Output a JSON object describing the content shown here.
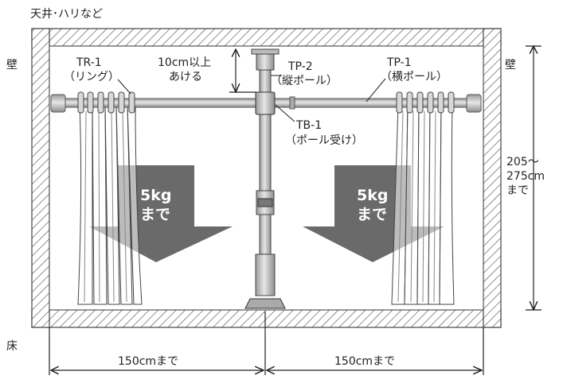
{
  "labels": {
    "ceiling": "天井･ハリなど",
    "wall_left": "壁",
    "wall_right": "壁",
    "floor": "床",
    "tr1_code": "TR-1",
    "tr1_desc": "（リング）",
    "clearance_1": "10cm以上",
    "clearance_2": "あける",
    "tp2_code": "TP-2",
    "tp2_desc": "（縦ポール）",
    "tp1_code": "TP-1",
    "tp1_desc": "（横ポール）",
    "tb1_code": "TB-1",
    "tb1_desc": "（ポール受け）",
    "height_1": "205～",
    "height_2": "275cm",
    "height_3": "まで",
    "load_left_1": "5kg",
    "load_left_2": "まで",
    "load_right_1": "5kg",
    "load_right_2": "まで",
    "width_left": "150cmまで",
    "width_right": "150cmまで"
  },
  "colors": {
    "frame": "#555555",
    "pole": "#c9c9c9",
    "pole_dark": "#8c8c8c",
    "load_arrow": "#666666",
    "curtain": "#ffffff"
  }
}
